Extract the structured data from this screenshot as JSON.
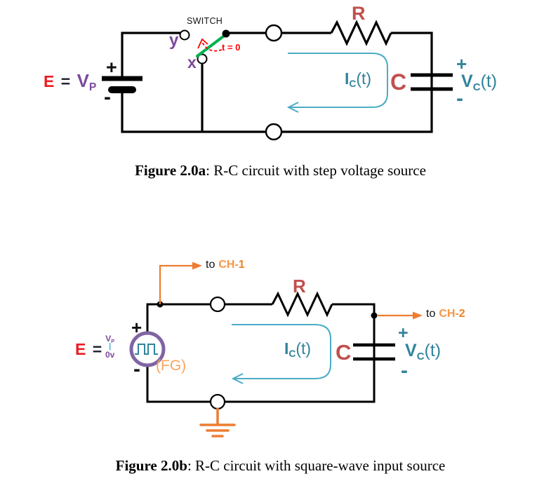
{
  "colors": {
    "wire": "#000000",
    "component_label": "#c0504d",
    "teal_text": "#31849b",
    "teal_line": "#4bacc6",
    "source_red": "#ec1c24",
    "time_red": "#ff0000",
    "purple": "#7d4a9e",
    "switch_green": "#00b050",
    "orange_line": "#ed7d31",
    "channel_orange": "#f79646",
    "fg_orange": "#fba55c",
    "fg_ring": "#8064a2"
  },
  "figure_a": {
    "switch_label": "SWITCH",
    "terminal_y": "y",
    "terminal_x": "x",
    "switch_time": "t = 0",
    "source": {
      "e": "E",
      "equals": "=",
      "v": "V",
      "v_sub": "P"
    },
    "battery_plus": "+",
    "battery_minus": "-",
    "resistor_label": "R",
    "capacitor_label": "C",
    "current_label": {
      "i": "I",
      "sub": "C",
      "rest": "(t)"
    },
    "vc_label": {
      "plus": "+",
      "v": "V",
      "sub": "C",
      "rest": "(t)",
      "minus": "-"
    },
    "caption": {
      "title": "Figure 2.0a",
      "rest": ": R-C circuit with step voltage source"
    }
  },
  "figure_b": {
    "ch1": {
      "to": "to",
      "name": "CH-",
      "num": "1"
    },
    "ch2": {
      "to": "to",
      "name": "CH-",
      "num": "2"
    },
    "source": {
      "e": "E",
      "equals": "=",
      "level_top": "V",
      "level_top_sub": "P",
      "level_divider": "|",
      "level_bottom": "0v",
      "plus": "+",
      "minus": "-",
      "fg": "(FG)"
    },
    "resistor_label": "R",
    "capacitor_label": "C",
    "current_label": {
      "i": "I",
      "sub": "C",
      "rest": "(t)"
    },
    "vc_label": {
      "plus": "+",
      "v": "V",
      "sub": "C",
      "rest": "(t)",
      "minus": "-"
    },
    "caption": {
      "title": "Figure 2.0b",
      "rest": ": R-C circuit with square-wave input source"
    }
  }
}
